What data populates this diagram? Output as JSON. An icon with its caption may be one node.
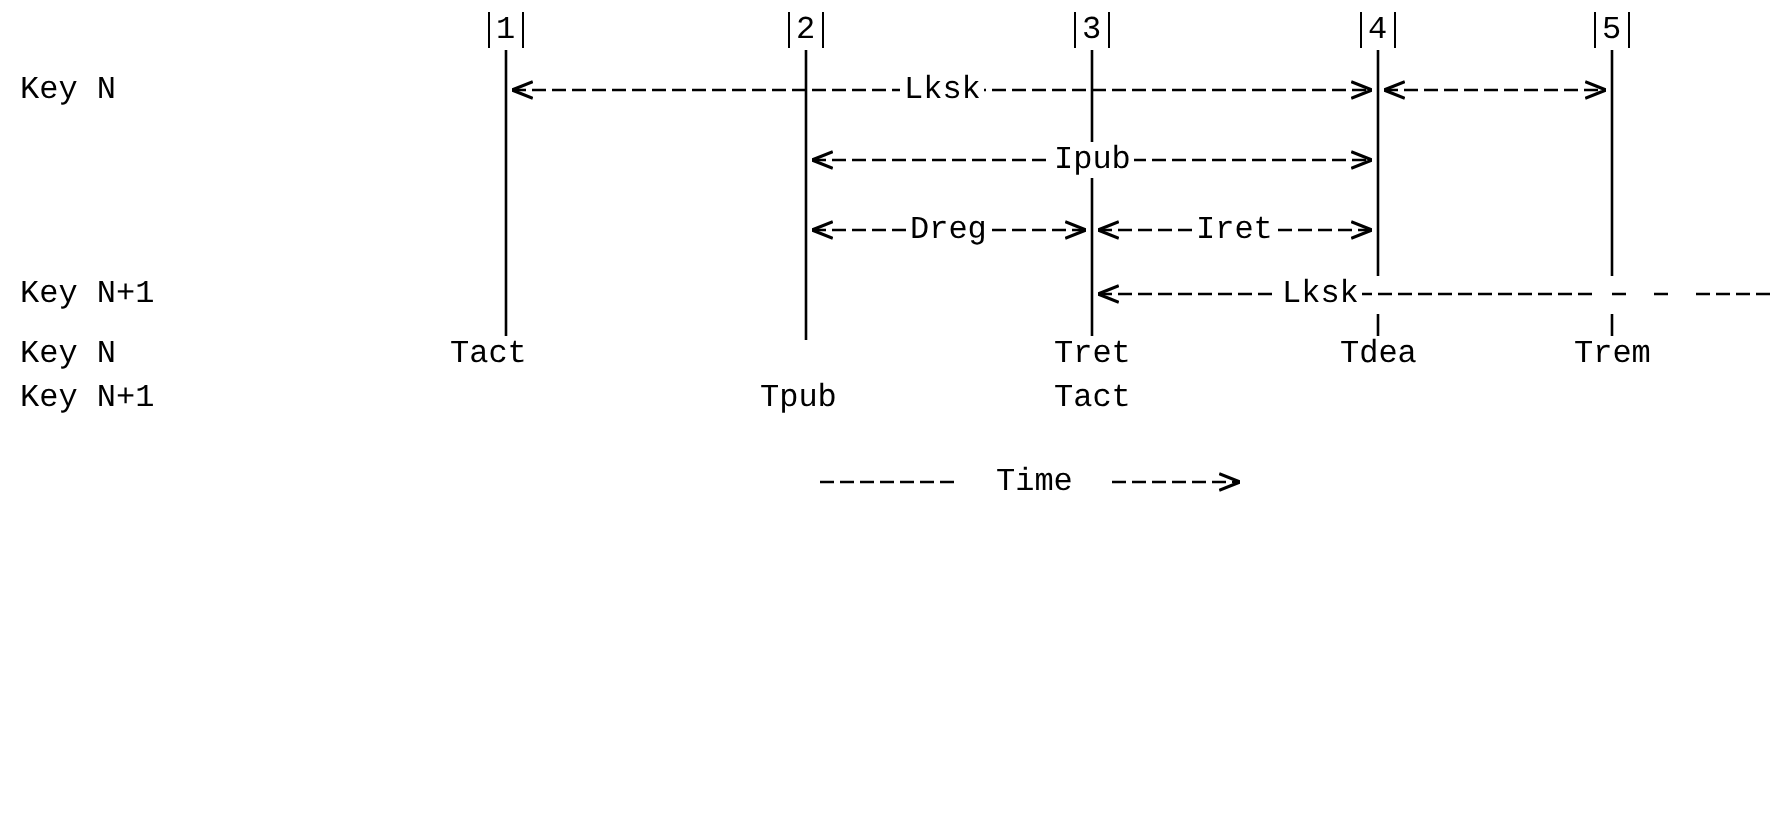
{
  "diagram": {
    "labels": [
      "1",
      "2",
      "3",
      "4",
      "5",
      "Key N",
      "Lksk",
      "Ipub",
      "Dreg",
      "Iret",
      "Key N+1",
      "Lksk",
      "Key N",
      "Tact",
      "Tret",
      "Tdea",
      "Trem",
      "Key N+1",
      "Tpub",
      "Tact",
      "Time"
    ]
  }
}
